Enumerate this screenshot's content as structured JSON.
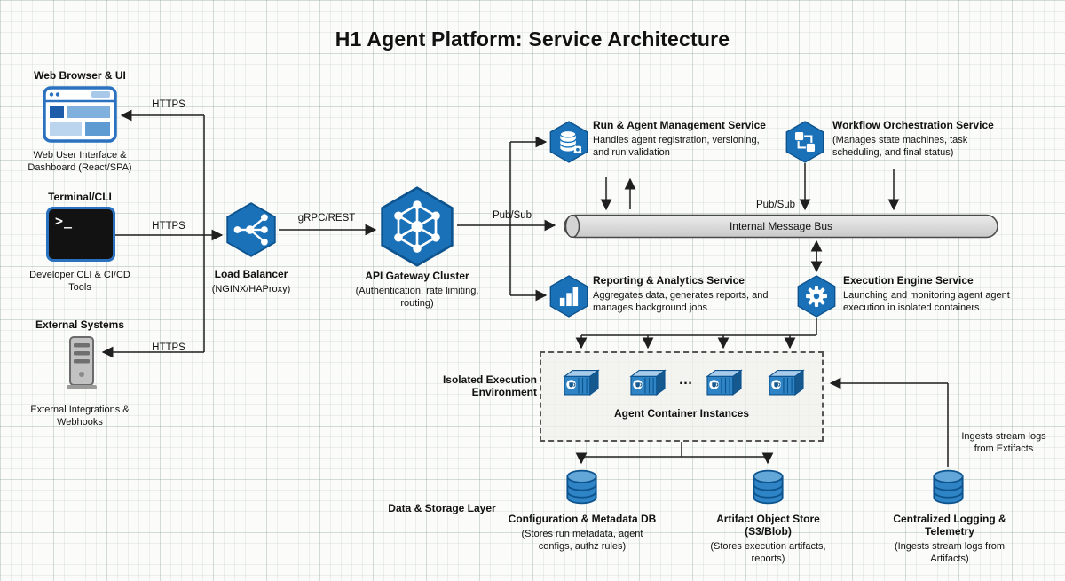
{
  "title": "H1 Agent Platform: Service Architecture",
  "clients": {
    "web": {
      "label": "Web Browser & UI",
      "caption": "Web User Interface & Dashboard (React/SPA)"
    },
    "terminal": {
      "label": "Terminal/CLI",
      "caption": "Developer CLI & CI/CD Tools",
      "prompt": ">_"
    },
    "external": {
      "label": "External Systems",
      "caption": "External Integrations & Webhooks"
    }
  },
  "edge_labels": {
    "https": "HTTPS",
    "grpc": "gRPC/REST",
    "pubsub_gateway": "Pub/Sub",
    "pubsub_bus": "Pub/Sub"
  },
  "nodes": {
    "load_balancer": {
      "name": "Load Balancer",
      "sub": "(NGINX/HAProxy)"
    },
    "api_gateway": {
      "name": "API Gateway Cluster",
      "sub": "(Authentication, rate limiting, routing)"
    },
    "message_bus": {
      "name": "Internal Message Bus"
    },
    "run_mgmt": {
      "name": "Run & Agent Management Service",
      "desc": "Handles agent registration, versioning, and run validation"
    },
    "workflow": {
      "name": "Workflow Orchestration Service",
      "desc": "(Manages state machines, task scheduling, and final status)"
    },
    "reporting": {
      "name": "Reporting & Analytics Service",
      "desc": "Aggregates data, generates reports, and manages background jobs"
    },
    "execution": {
      "name": "Execution Engine Service",
      "desc": "Launching and monitoring agent agent execution in isolated containers"
    }
  },
  "isolated_env": {
    "label": "Isolated Execution Environment",
    "containers_label": "Agent Container Instances",
    "ellipsis": "…"
  },
  "notes": {
    "ingest_logs": "Ingests stream logs from Extifacts"
  },
  "storage": {
    "layer_label": "Data & Storage Layer",
    "config_db": {
      "name": "Configuration & Metadata DB",
      "desc": "(Stores run metadata, agent configs, authz rules)"
    },
    "artifact_store": {
      "name": "Artifact Object Store (S3/Blob)",
      "desc": "(Stores execution artifacts, reports)"
    },
    "logging": {
      "name": "Centralized Logging & Telemetry",
      "desc": "(Ingests stream logs from Artifacts)"
    }
  },
  "colors": {
    "service_blue": "#1a71b8",
    "service_blue_dark": "#0d538e",
    "container_front": "#2e84c4",
    "container_side": "#15598f",
    "bus_gray": "#d9d9d9",
    "line_black": "#1f1f1f"
  }
}
